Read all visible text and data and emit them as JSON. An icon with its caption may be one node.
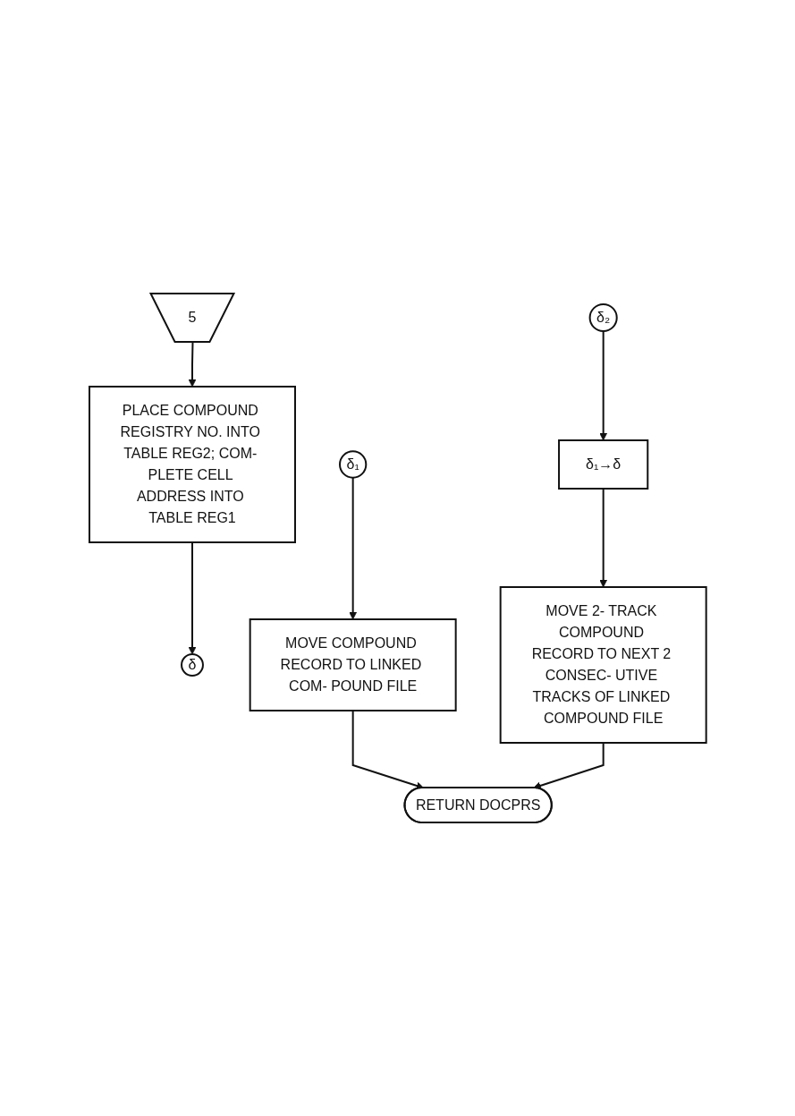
{
  "diagram": {
    "nodes": [
      {
        "text": [
          "5"
        ]
      },
      {
        "text": [
          "PLACE COMPOUND REGISTRY NO. INTO TABLE REG2; COM- PLETE CELL ADDRESS INTO TABLE REG1"
        ]
      },
      {
        "text": [
          "δ₁"
        ]
      },
      {
        "text": [
          "δ"
        ]
      },
      {
        "text": [
          "δ₂"
        ]
      },
      {
        "text": [
          "MOVE COMPOUND RECORD TO LINKED COM- POUND FILE"
        ]
      },
      {
        "text": [
          "δ₁→δ"
        ]
      },
      {
        "text": [
          "MOVE 2- TRACK COMPOUND RECORD TO NEXT 2 CONSEC- UTIVE TRACKS OF LINKED COMPOUND FILE"
        ]
      },
      {
        "text": [
          "RETURN DOCPRS"
        ]
      }
    ],
    "edges": [
      {
        "from": 0,
        "to": 1,
        "arrow": "to"
      },
      {
        "from": 1,
        "to": 3,
        "arrow": "to"
      },
      {
        "from": 2,
        "to": 5,
        "arrow": "to"
      },
      {
        "from": 4,
        "to": 6,
        "arrow": "to"
      },
      {
        "from": 6,
        "to": 7,
        "arrow": "to"
      },
      {
        "from": 5,
        "to": 8,
        "arrow": "to"
      },
      {
        "from": 7,
        "to": 8,
        "arrow": "to"
      }
    ]
  }
}
